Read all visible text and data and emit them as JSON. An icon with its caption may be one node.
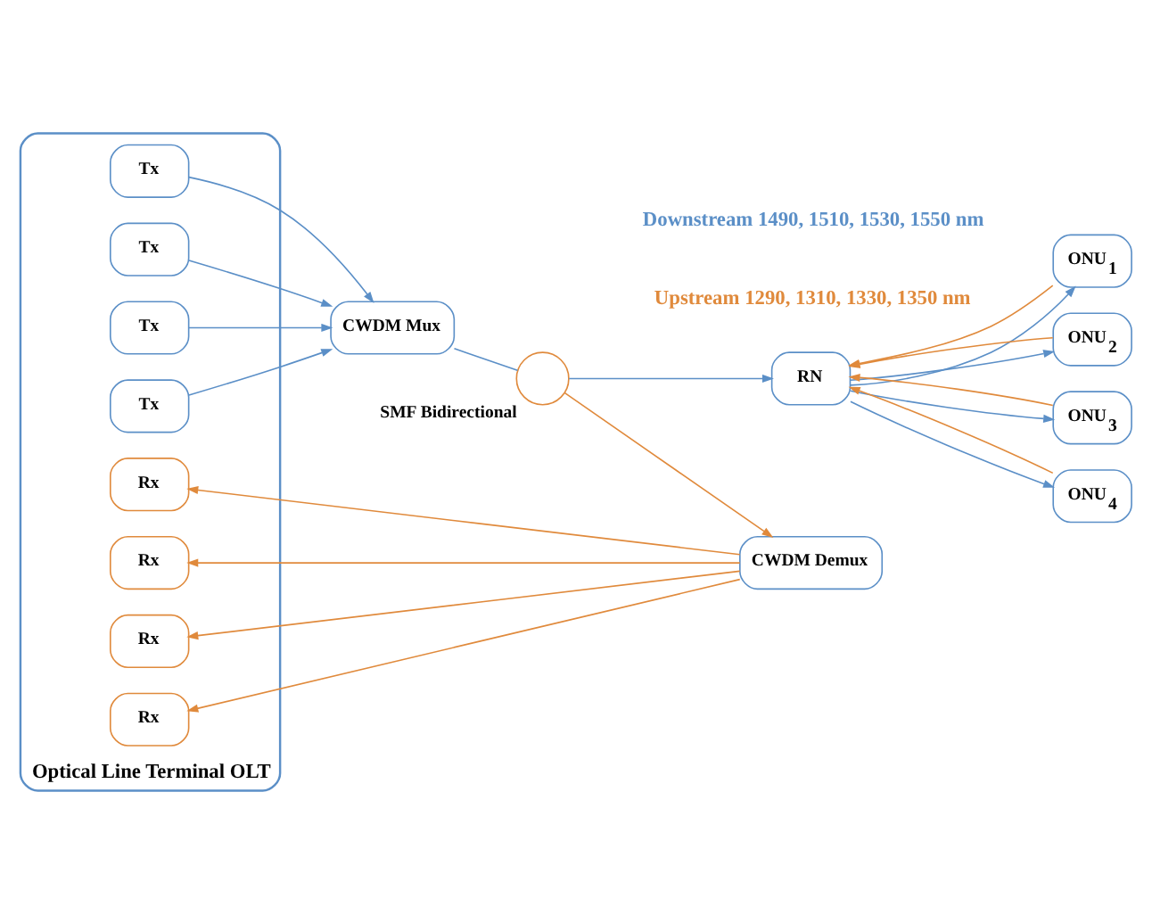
{
  "diagram": {
    "nodes": [
      {
        "text": [
          "Optical Line Terminal OLT"
        ]
      },
      {
        "text": [
          "Tx"
        ],
        "in": 0
      },
      {
        "text": [
          "Tx"
        ],
        "in": 0
      },
      {
        "text": [
          "Tx"
        ],
        "in": 0
      },
      {
        "text": [
          "Tx"
        ],
        "in": 0
      },
      {
        "text": [
          "Rx"
        ],
        "in": 0
      },
      {
        "text": [
          "Rx"
        ],
        "in": 0
      },
      {
        "text": [
          "Rx"
        ],
        "in": 0
      },
      {
        "text": [
          "Rx"
        ],
        "in": 0
      },
      {
        "text": [
          "CWDM Mux"
        ]
      },
      {
        "text": [
          "CWDM Demux"
        ]
      },
      {
        "text": [],
        "shape": "circle",
        "beside": [
          "SMF Bidirectional"
        ]
      },
      {
        "text": [
          "RN"
        ]
      },
      {
        "text": [
          "ONU$_{1}$"
        ]
      },
      {
        "text": [
          "ONU$_{2}$"
        ]
      },
      {
        "text": [
          "ONU$_{3}$"
        ]
      },
      {
        "text": [
          "ONU$_{4}$"
        ]
      }
    ],
    "edges": [
      {
        "from": 1,
        "to": 9,
        "arrow": "to"
      },
      {
        "from": 2,
        "to": 9,
        "arrow": "to"
      },
      {
        "from": 3,
        "to": 9,
        "arrow": "to"
      },
      {
        "from": 4,
        "to": 9,
        "arrow": "to"
      },
      {
        "from": 9,
        "to": 11,
        "arrow": "none"
      },
      {
        "from": 11,
        "to": 12,
        "arrow": "to"
      },
      {
        "from": 12,
        "to": 13,
        "arrow": "to"
      },
      {
        "from": 13,
        "to": 12,
        "arrow": "to",
        "color": "#e08a3c"
      },
      {
        "from": 12,
        "to": 14,
        "arrow": "to"
      },
      {
        "from": 14,
        "to": 12,
        "arrow": "to",
        "color": "#e08a3c"
      },
      {
        "from": 12,
        "to": 15,
        "arrow": "to"
      },
      {
        "from": 15,
        "to": 12,
        "arrow": "to",
        "color": "#e08a3c"
      },
      {
        "from": 12,
        "to": 16,
        "arrow": "to"
      },
      {
        "from": 16,
        "to": 12,
        "arrow": "to",
        "color": "#e08a3c"
      },
      {
        "from": 11,
        "to": 10,
        "arrow": "to",
        "color": "#e08a3c"
      },
      {
        "from": 10,
        "to": 5,
        "arrow": "to",
        "color": "#e08a3c"
      },
      {
        "from": 10,
        "to": 6,
        "arrow": "to",
        "color": "#e08a3c"
      },
      {
        "from": 10,
        "to": 7,
        "arrow": "to",
        "color": "#e08a3c"
      },
      {
        "from": 10,
        "to": 8,
        "arrow": "to",
        "color": "#e08a3c"
      }
    ],
    "labels": [
      "Downstream 1490, 1510, 1530, 1550 nm",
      "Upstream 1290, 1310, 1330, 1350 nm"
    ]
  }
}
